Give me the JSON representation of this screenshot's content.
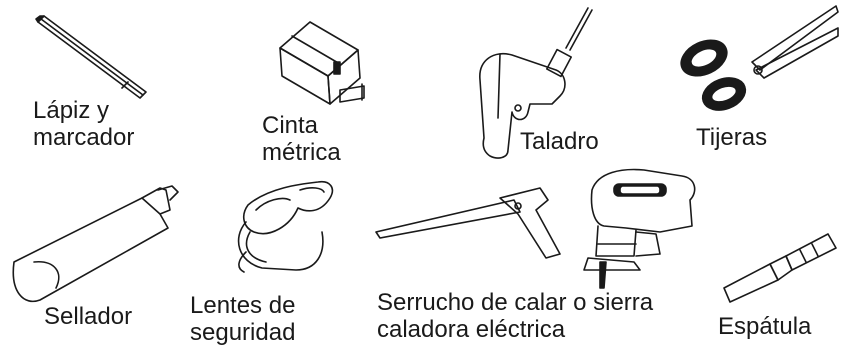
{
  "tools": [
    {
      "id": "pencil",
      "lines": [
        "Lápiz y",
        "marcador"
      ]
    },
    {
      "id": "tape",
      "lines": [
        "Cinta",
        "métrica"
      ]
    },
    {
      "id": "drill",
      "lines": [
        "Taladro"
      ]
    },
    {
      "id": "scissors",
      "lines": [
        "Tijeras"
      ]
    },
    {
      "id": "sealant",
      "lines": [
        "Sellador"
      ]
    },
    {
      "id": "goggles",
      "lines": [
        "Lentes de",
        "seguridad"
      ]
    },
    {
      "id": "saw",
      "lines": [
        "Serrucho de calar o sierra",
        "caladora eléctrica"
      ]
    },
    {
      "id": "spatula",
      "lines": [
        "Espátula"
      ]
    }
  ],
  "icons": [
    "pencil-icon",
    "tape-measure-icon",
    "drill-icon",
    "scissors-icon",
    "sealant-tube-icon",
    "safety-goggles-icon",
    "keyhole-saw-icon",
    "jigsaw-icon",
    "spatula-icon"
  ]
}
